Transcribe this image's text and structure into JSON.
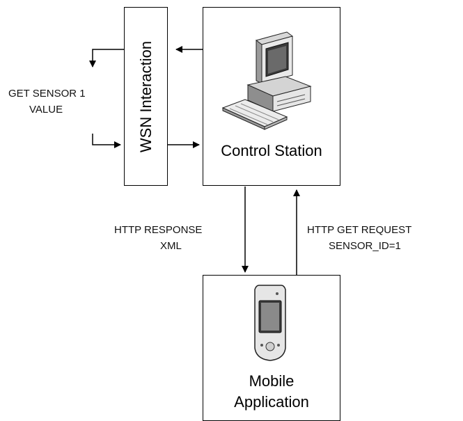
{
  "wsn": {
    "title": "WSN Interaction"
  },
  "control_station": {
    "title": "Control Station",
    "icon": "desktop-computer-icon"
  },
  "mobile": {
    "title_line1": "Mobile",
    "title_line2": "Application",
    "icon": "mobile-phone-icon"
  },
  "left_query": {
    "line1": "GET SENSOR 1",
    "line2": "VALUE"
  },
  "response": {
    "line1": "HTTP RESPONSE",
    "line2": "XML"
  },
  "request": {
    "line1": "HTTP GET REQUEST",
    "line2": "SENSOR_ID=1"
  }
}
